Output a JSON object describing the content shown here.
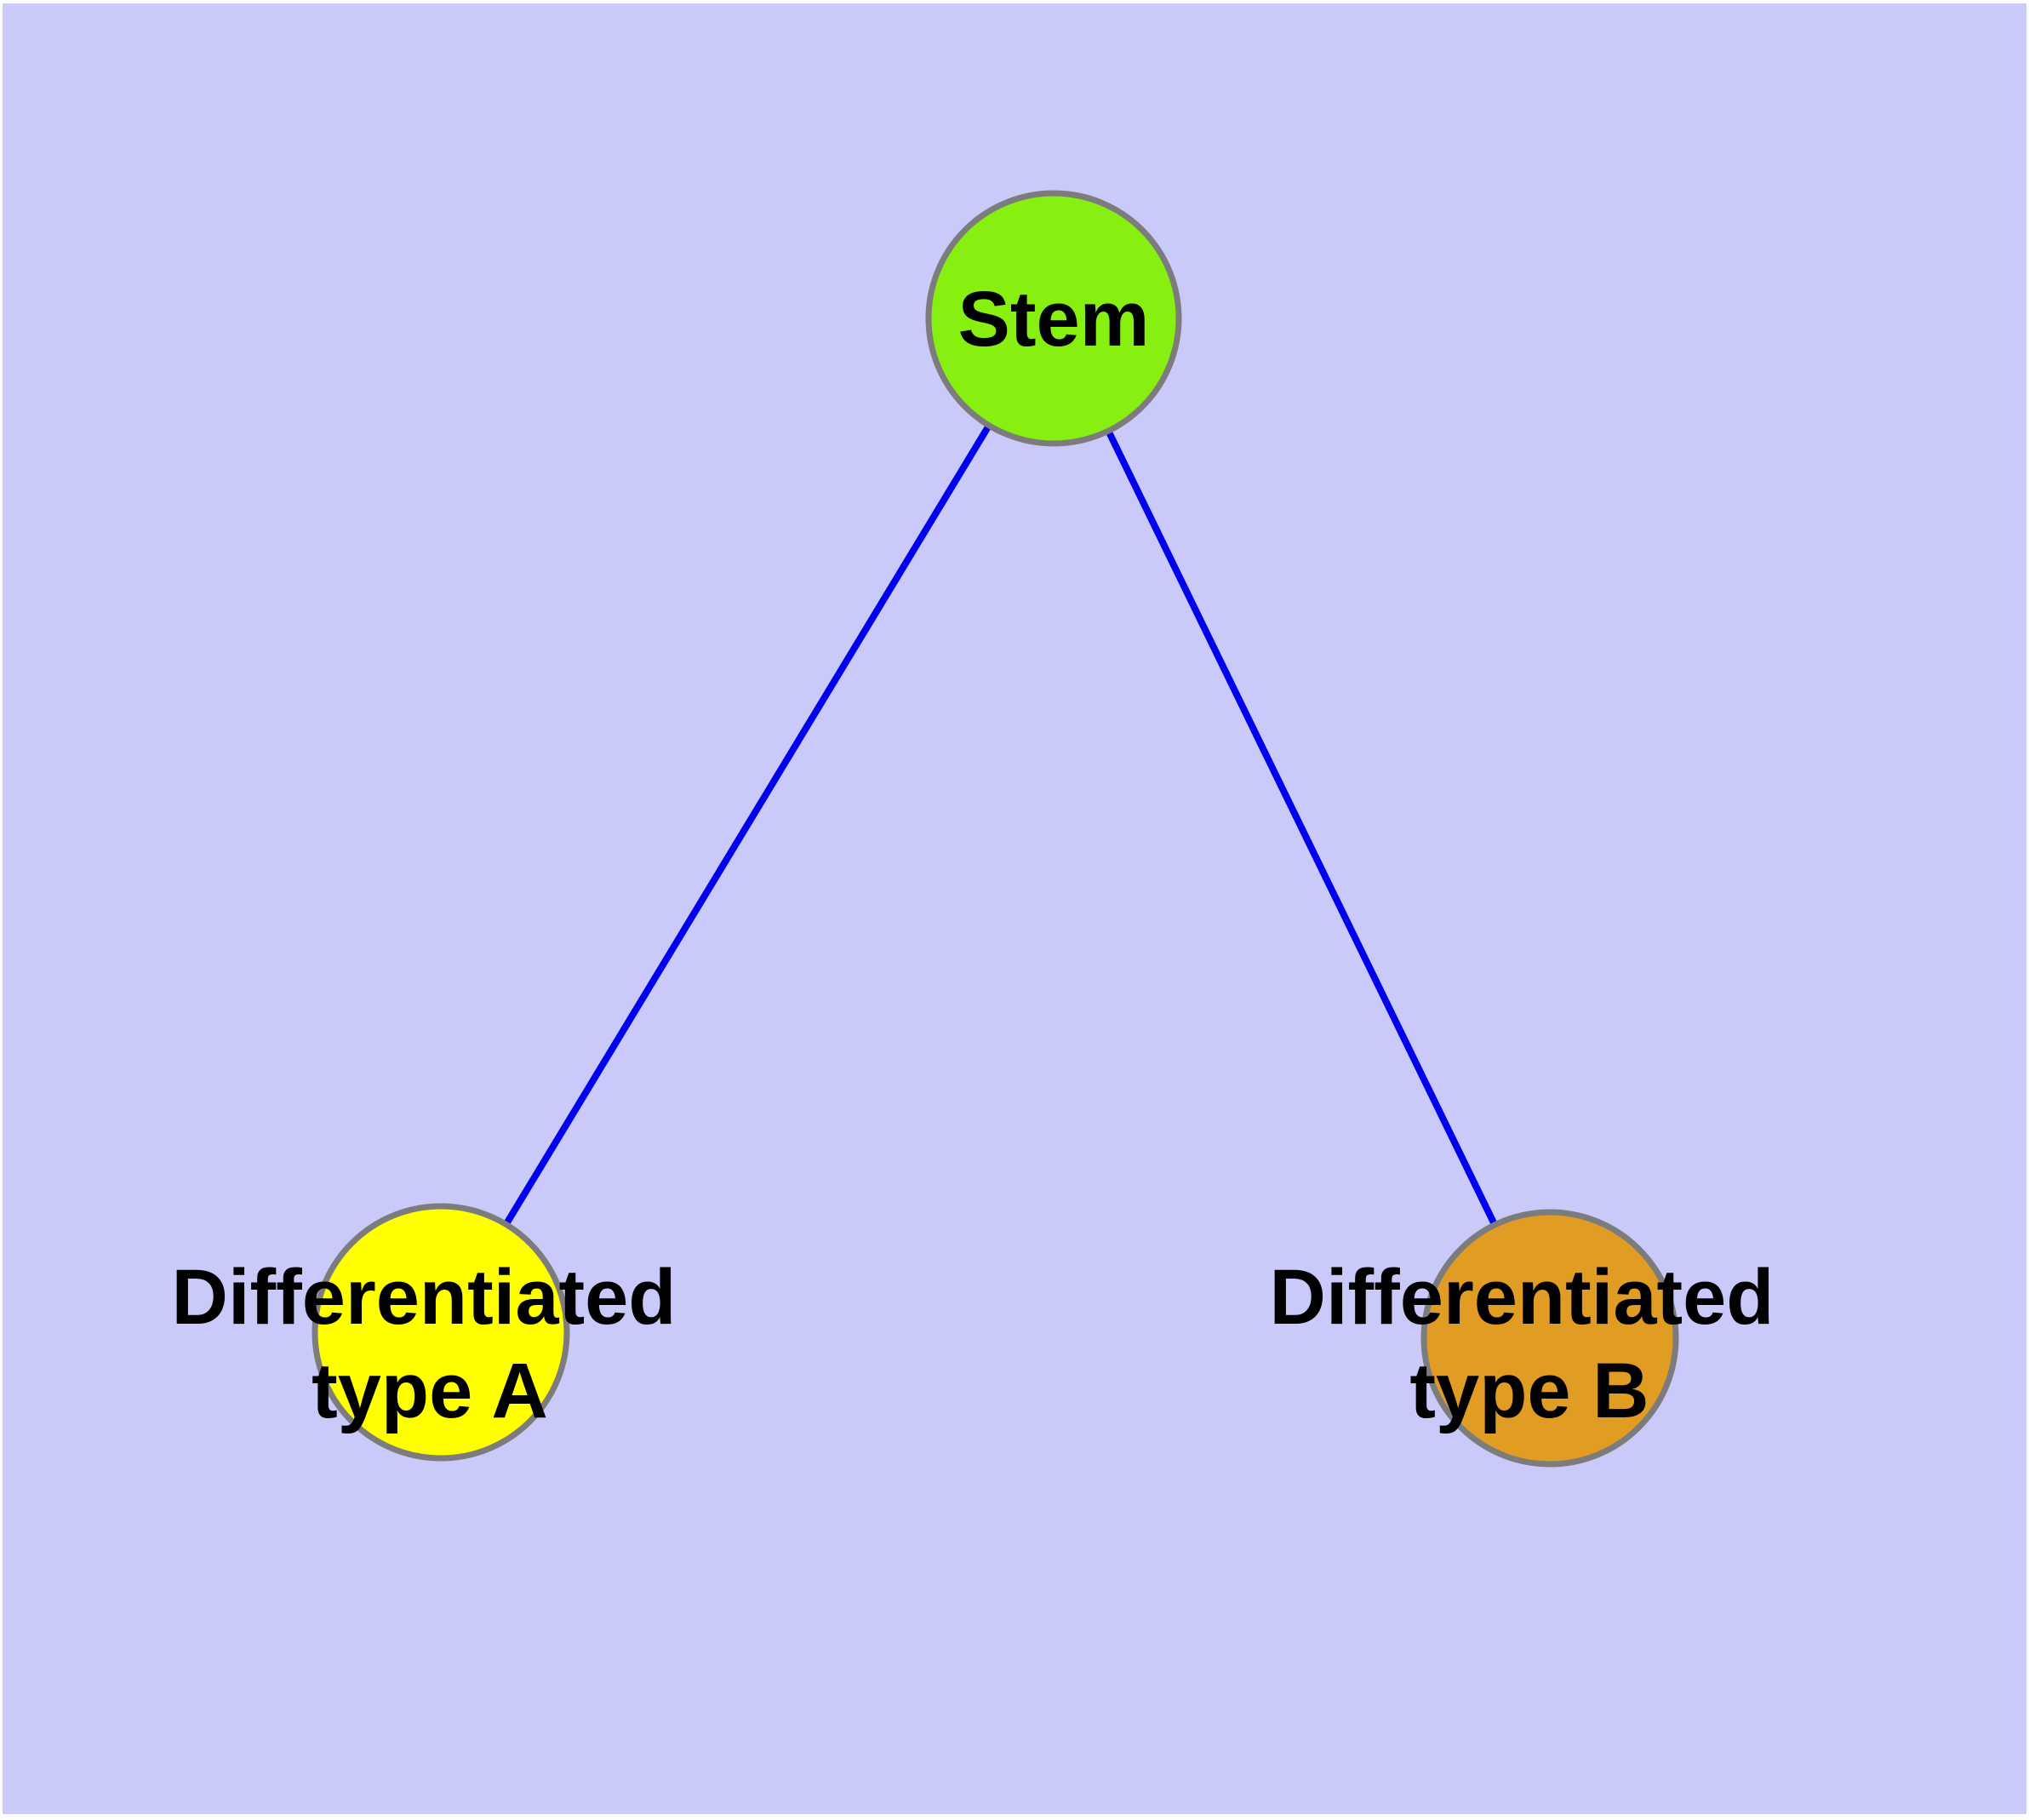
{
  "diagram": {
    "background_color": "#C9C9FA",
    "page_color": "#FFFFFF",
    "edge_color": "#0000EE",
    "node_border_color": "#7C7C7C",
    "label_color": "#000000",
    "nodes": {
      "stem": {
        "label": "Stem",
        "fill": "#87F011"
      },
      "typeA": {
        "label_line1": "Differentiated",
        "label_line2": "type A",
        "fill": "#FFFF00"
      },
      "typeB": {
        "label_line1": "Differentiated",
        "label_line2": "type B",
        "fill": "#E19C23"
      }
    }
  }
}
